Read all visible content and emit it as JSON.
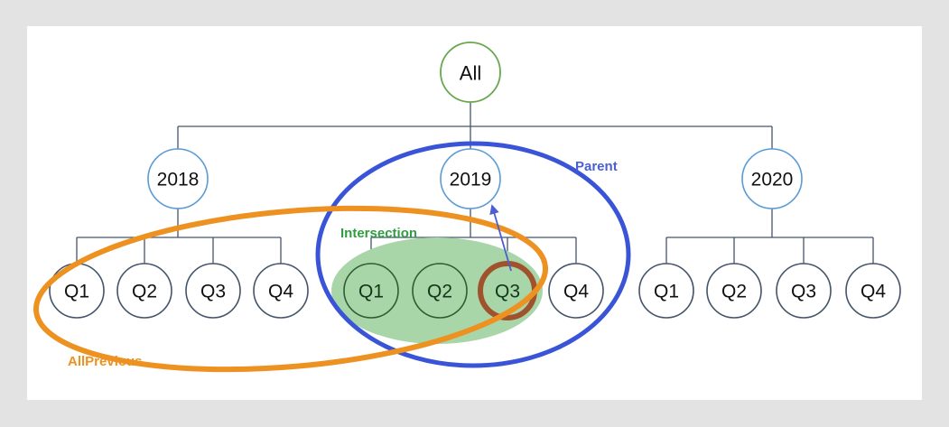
{
  "canvas": {
    "background": "#e3e3e3",
    "sheet_color": "#ffffff"
  },
  "colors": {
    "root_node_border": "#6aa84f",
    "year_node_border": "#5b9bd5",
    "quarter_node_border": "#44546a",
    "connector": "#44546a",
    "allprevious_ellipse": "#ed9121",
    "parent_ellipse": "#3a54d8",
    "intersection_fill": "#a9d6a9",
    "intersection_label": "#2f9e41",
    "highlight_ring": "#a0522d",
    "arrow": "#4a5fd0"
  },
  "tree": {
    "root": {
      "label": "All"
    },
    "years": [
      {
        "label": "2018",
        "quarters": [
          {
            "label": "Q1"
          },
          {
            "label": "Q2"
          },
          {
            "label": "Q3"
          },
          {
            "label": "Q4"
          }
        ]
      },
      {
        "label": "2019",
        "quarters": [
          {
            "label": "Q1"
          },
          {
            "label": "Q2"
          },
          {
            "label": "Q3"
          },
          {
            "label": "Q4"
          }
        ]
      },
      {
        "label": "2020",
        "quarters": [
          {
            "label": "Q1"
          },
          {
            "label": "Q2"
          },
          {
            "label": "Q3"
          },
          {
            "label": "Q4"
          }
        ]
      }
    ]
  },
  "annotations": {
    "allprevious": {
      "label": "AllPrevious"
    },
    "parent": {
      "label": "Parent"
    },
    "intersection": {
      "label": "Intersection"
    }
  }
}
